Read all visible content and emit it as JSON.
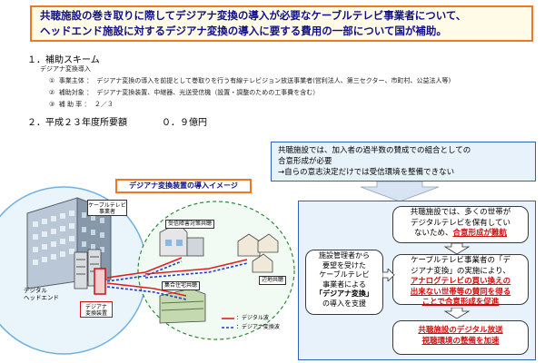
{
  "header": {
    "line1": "共聴施設の巻き取りに際してデジアナ変換の導入が必要なケーブルテレビ事業者について、",
    "line2": "ヘッドエンド施設に対するデジアナ変換の導入に要する費用の一部について国が補助。"
  },
  "section1": {
    "title": "１．補助スキーム",
    "subtitle": "デジアナ変換導入",
    "rows": [
      {
        "num": "①",
        "label": "事業主体",
        "sep": "：",
        "value": "デジアナ変換の導入を前提として巻取りを行う有線テレビジョン放送事業者(営利法人、第三セクター、市町村、公益法人等)"
      },
      {
        "num": "②",
        "label": "補助対象",
        "sep": "：",
        "value": "デジアナ変換装置、中継器、光送受信機（設置・調整のための工事費を含む）"
      },
      {
        "num": "③",
        "label": "補 助 率",
        "sep": "：",
        "value": "２／３"
      }
    ]
  },
  "section2": {
    "title": "２．平成２３年度所要額",
    "amount": "０．９億円"
  },
  "top_note": {
    "line1": "共聴施設では、加入者の過半数の賛成での組合としての",
    "line2": "合意形成が必要",
    "line3": "→自らの意志決定だけでは受信環境を整備できない"
  },
  "diagram": {
    "title": "デジアナ変換装置の導入イメージ",
    "catv_label_1": "ケーブルテレビ",
    "catv_label_2": "事業者",
    "headend_1": "デジタル",
    "headend_2": "ヘッドエンド",
    "converter_1": "デジアナ",
    "converter_2": "変換装置",
    "bldg_a": "受信障害対策共聴",
    "bldg_b": "集合住宅共聴",
    "bldg_c": "辺地共聴",
    "legend_digital": "：デジタル波",
    "legend_analog": "：デジアナ変換波",
    "colors": {
      "digital": "#e02020",
      "analog": "#1a3fd0"
    }
  },
  "right": {
    "box1": [
      "共聴施設では、多くの世帯が",
      "デジタルテレビを保有してい",
      "ないため、"
    ],
    "box1_red": "合意形成が難航",
    "box2": [
      "ケーブルテレビ事業者の「デ",
      "ジアナ変換」の実施により、"
    ],
    "box2_red": [
      "アナログテレビの買い換えの",
      "出来ない世帯等の賛同を得る",
      "ことで合意形成を促進"
    ],
    "box3_red": [
      "共聴施設のデジタル放送",
      "視聴環境の整備を加速"
    ]
  },
  "left_support": {
    "lines": [
      "施設管理者から",
      "要望を受けた",
      "ケーブルテレビ",
      "事業者による"
    ],
    "bold": "「デジアナ変換」",
    "last": "の導入を支援"
  }
}
